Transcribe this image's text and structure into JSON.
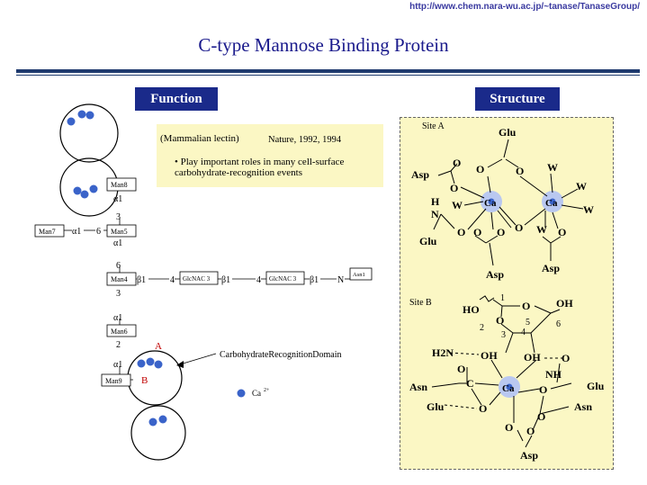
{
  "header": {
    "url": "http://www.chem.nara-wu.ac.jp/~tanase/TanaseGroup/",
    "title": "C-type Mannose Binding Protein"
  },
  "sections": {
    "function_label": "Function",
    "structure_label": "Structure"
  },
  "note": {
    "source": "(Mammalian lectin)",
    "reference": "Nature, 1992, 1994",
    "bullet": "• Play important roles in many cell-surface carbohydrate-recognition events"
  },
  "glycan": {
    "man8": "Man8",
    "man7": "Man7",
    "man5": "Man5",
    "man4": "Man4",
    "man6": "Man6",
    "man9": "Man9",
    "glcnac": "GlcNAC 3",
    "asn": "Asn1",
    "n": "N",
    "alpha1": "α1",
    "beta1": "β1",
    "n1": "1",
    "n2": "2",
    "n3": "3",
    "n4": "4",
    "n6": "6",
    "label_a": "A",
    "label_b": "B",
    "crd": "CarbohydrateRecognitionDomain",
    "ca_legend": "Ca",
    "ca_charge": "2+"
  },
  "structure": {
    "site_a": "Site A",
    "site_b": "Site B",
    "glu": "Glu",
    "asp": "Asp",
    "asn": "Asn",
    "ca": "Ca",
    "o": "O",
    "w": "W",
    "h": "H",
    "n": "N",
    "ho": "HO",
    "oh": "OH",
    "h2n": "H2N",
    "nh": "NH",
    "n1": "1",
    "n2": "2",
    "n3": "3",
    "n4": "4",
    "n5": "5",
    "n6": "6"
  },
  "colors": {
    "title": "#1a1a8c",
    "header_bg": "#1a2a8a",
    "note_bg": "#fbf7c4",
    "ca_ion": "#3a63c9",
    "ca_halo": "#b9c8f0"
  }
}
